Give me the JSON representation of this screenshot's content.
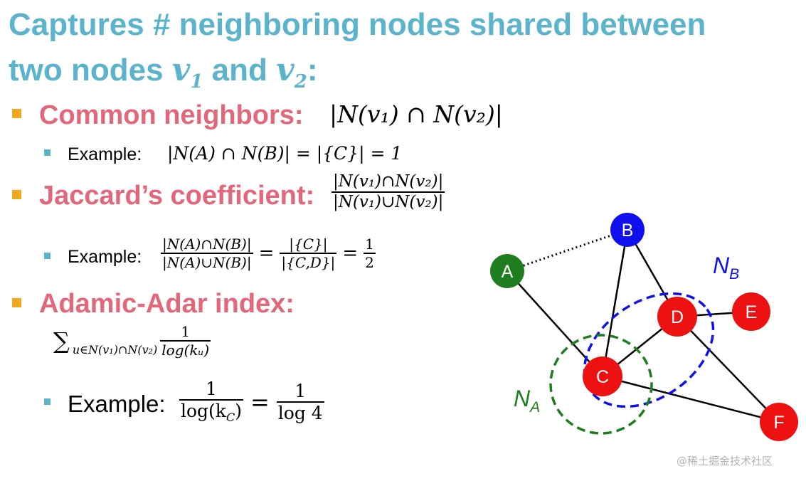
{
  "title": {
    "line1": "Captures # neighboring nodes shared between",
    "line2_prefix": "two nodes ",
    "v1": "v",
    "v1_sub": "1",
    "and": " and ",
    "v2": "v",
    "v2_sub": "2",
    "colon": ":"
  },
  "common": {
    "heading": "Common neighbors:",
    "formula": "|N(v₁) ∩ N(v₂)|",
    "example_label": "Example:",
    "example_formula": "|N(A) ∩ N(B)| = |{C}| = 1"
  },
  "jaccard": {
    "heading": "Jaccard’s coefficient:",
    "formula_num": "|N(v₁)∩N(v₂)|",
    "formula_den": "|N(v₁)∪N(v₂)|",
    "example_label": "Example:",
    "ex_frac1_num": "|N(A)∩N(B)|",
    "ex_frac1_den": "|N(A)∪N(B)|",
    "eq1": "=",
    "ex_frac2_num": "|{C}|",
    "ex_frac2_den": "|{C,D}|",
    "eq2": "=",
    "ex_frac3_num": "1",
    "ex_frac3_den": "2"
  },
  "adamic": {
    "heading": "Adamic-Adar index:",
    "sum_symbol": "∑",
    "sum_sub": "u∈N(v₁)∩N(v₂)",
    "sum_frac_num": "1",
    "sum_frac_den": "log(kᵤ)",
    "example_label": "Example:",
    "ex_frac1_num": "1",
    "ex_frac1_den": "log(k",
    "ex_frac1_den_sub": "C",
    "ex_frac1_den_close": ")",
    "eq": "=",
    "ex_frac2_num": "1",
    "ex_frac2_den": "log 4"
  },
  "graph": {
    "nodes": [
      {
        "id": "A",
        "label": "A",
        "color": "#1e7d1e"
      },
      {
        "id": "B",
        "label": "B",
        "color": "#1010ee"
      },
      {
        "id": "C",
        "label": "C",
        "color": "#ee1111"
      },
      {
        "id": "D",
        "label": "D",
        "color": "#ee1111"
      },
      {
        "id": "E",
        "label": "E",
        "color": "#ee1111"
      },
      {
        "id": "F",
        "label": "F",
        "color": "#ee1111"
      }
    ],
    "edges": [
      [
        "A",
        "C"
      ],
      [
        "B",
        "C"
      ],
      [
        "B",
        "D"
      ],
      [
        "C",
        "D"
      ],
      [
        "D",
        "E"
      ],
      [
        "D",
        "F"
      ],
      [
        "C",
        "F"
      ]
    ],
    "dotted_edge": [
      "A",
      "B"
    ],
    "na_label": "N",
    "na_sub": "A",
    "na_color": "#1e7d1e",
    "nb_label": "N",
    "nb_sub": "B",
    "nb_color": "#1010ee"
  },
  "watermark": "@稀土掘金技术社区"
}
